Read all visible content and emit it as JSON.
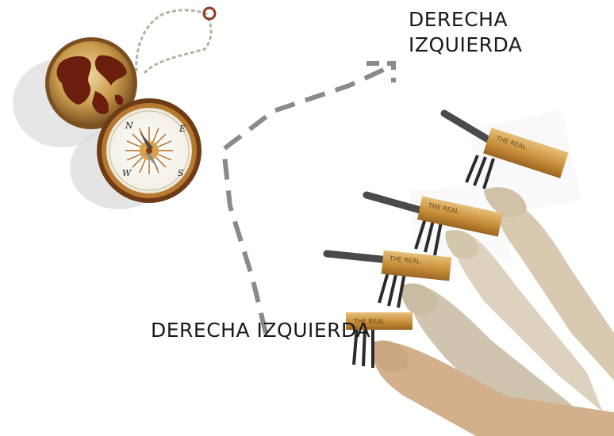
{
  "labels": {
    "top_line1": "DERECHA",
    "top_line2": "IZQUIERDA",
    "bottom": "DERECHA IZQUIERDA"
  },
  "compass": {
    "directions": [
      "N",
      "E",
      "S",
      "W"
    ]
  },
  "colors": {
    "path": "#8a8a8a",
    "wood": "#c9963d",
    "compass_rim": "#8b5a2b",
    "globe": "#6b1e0e",
    "arm_1": "#d7cab0",
    "arm_2": "#ddd2bd",
    "arm_3": "#cfc4ad",
    "arm_4": "#d2b08c"
  }
}
